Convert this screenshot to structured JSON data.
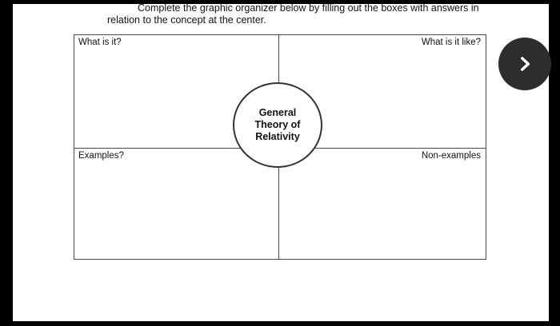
{
  "instructions": {
    "line1": "Complete the graphic organizer below by filling out the boxes with answers in",
    "line2": "relation to the concept at the center."
  },
  "organizer": {
    "quadrants": [
      {
        "id": "top-left",
        "label": "What is it?"
      },
      {
        "id": "top-right",
        "label": "What is it like?"
      },
      {
        "id": "bottom-left",
        "label": "Examples?"
      },
      {
        "id": "bottom-right",
        "label": "Non-examples"
      }
    ],
    "concept": {
      "lines": [
        "General",
        "Theory of",
        "Relativity"
      ]
    }
  },
  "controls": {
    "next_button": {
      "icon": "chevron-right"
    }
  },
  "colors": {
    "letterbox": "#000000",
    "background": "#ffffff",
    "border": "#4a4a4a",
    "text": "#111111",
    "next_button_bg": "#2d2d2d",
    "next_button_fg": "#ffffff"
  }
}
